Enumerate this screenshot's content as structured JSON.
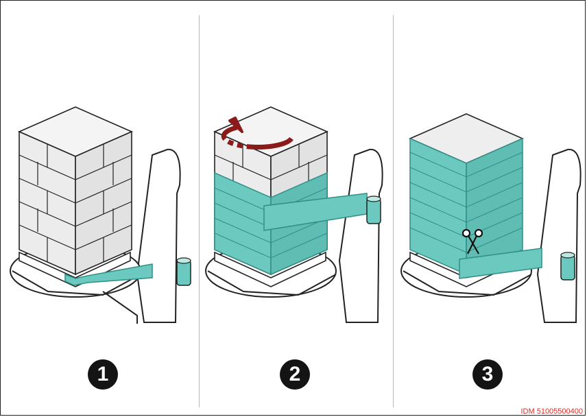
{
  "steps": [
    {
      "number": "1"
    },
    {
      "number": "2"
    },
    {
      "number": "3"
    }
  ],
  "document_id": "IDM 51005500400",
  "colors": {
    "film": "#6cc9bf",
    "film_edge": "#2e8f85",
    "box": "#ececec",
    "box_top": "#f4f4f4",
    "outline": "#222222",
    "rotation_arrow": "#8b1a1a",
    "document_id": "#d2302a"
  },
  "icons": [
    "rotation-arrow-icon",
    "scissors-icon",
    "film-roll-icon"
  ]
}
